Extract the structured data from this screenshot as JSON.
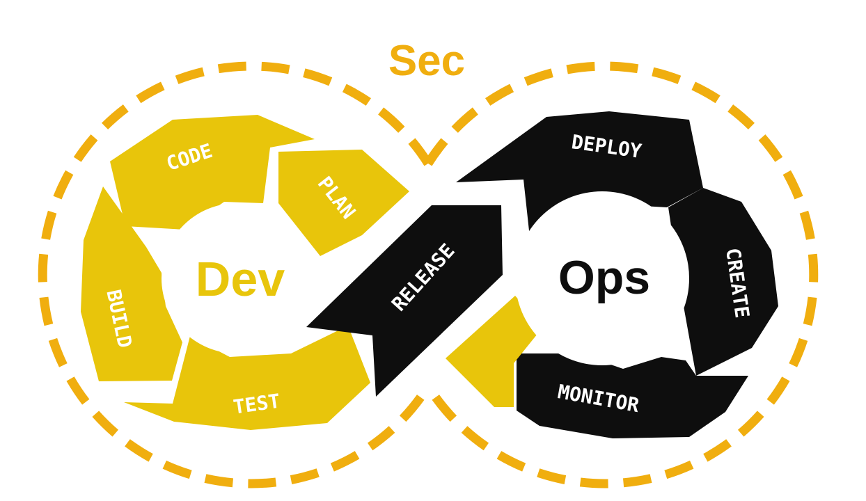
{
  "diagram": {
    "title": "Sec",
    "left_hub": "Dev",
    "right_hub": "Ops",
    "stages": {
      "code": "CODE",
      "plan": "PLAN",
      "build": "BUILD",
      "test": "TEST",
      "release": "RELEASE",
      "deploy": "DEPLOY",
      "create": "CREATE",
      "monitor": "MONITOR"
    }
  },
  "colors": {
    "gold": "#E8C50B",
    "orange_dash": "#F0AE0F",
    "dark": "#0E0E0E",
    "white": "#FFFFFF"
  }
}
